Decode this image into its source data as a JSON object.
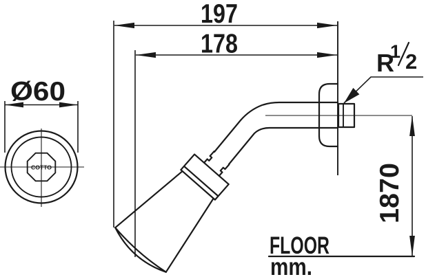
{
  "drawing": {
    "type": "shower-head installation dimension drawing",
    "dimensions": {
      "total_projection": "197",
      "arm_projection": "178",
      "head_diameter": "Ø60",
      "height_from_floor": "1870"
    },
    "thread": {
      "r": "R",
      "numerator": "1",
      "denominator": "2"
    },
    "floor_label": "FLOOR",
    "unit_label": "mm.",
    "brand": "COTTO"
  },
  "colors": {
    "ink": "#1a1a1a",
    "background": "#ffffff"
  }
}
